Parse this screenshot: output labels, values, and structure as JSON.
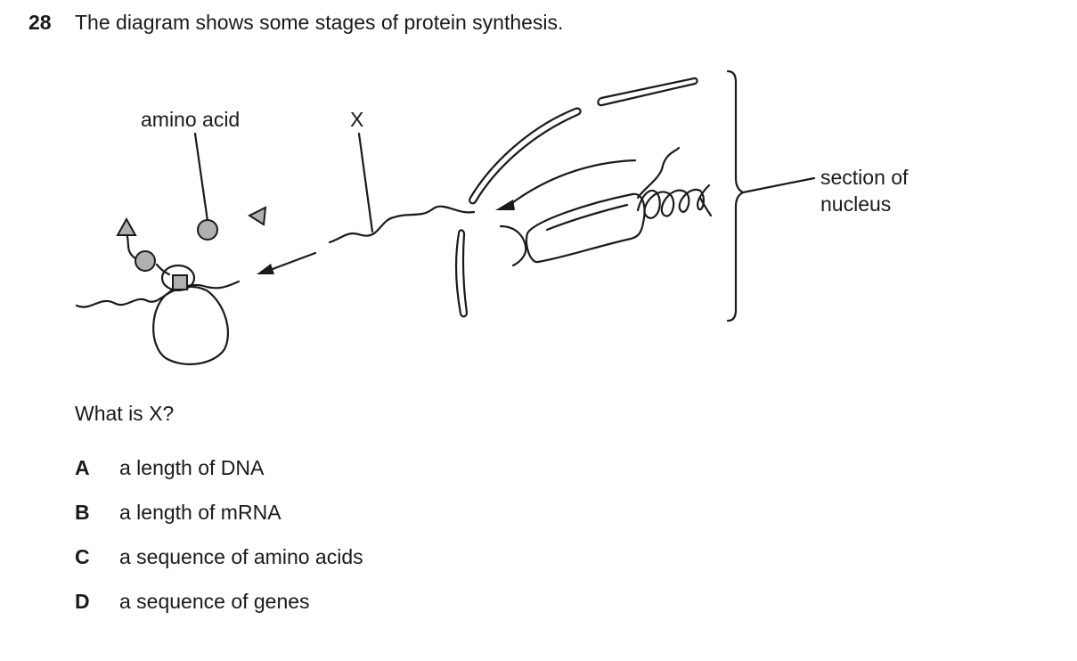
{
  "question": {
    "number": "28",
    "stem": "The diagram shows some stages of protein synthesis."
  },
  "diagram": {
    "labels": {
      "amino_acid": "amino acid",
      "x": "X",
      "section_line1": "section of",
      "section_line2": "nucleus"
    }
  },
  "prompt": "What is X?",
  "options": [
    {
      "letter": "A",
      "text": "a length of DNA"
    },
    {
      "letter": "B",
      "text": "a length of mRNA"
    },
    {
      "letter": "C",
      "text": "a sequence of amino acids"
    },
    {
      "letter": "D",
      "text": "a sequence of genes"
    }
  ]
}
